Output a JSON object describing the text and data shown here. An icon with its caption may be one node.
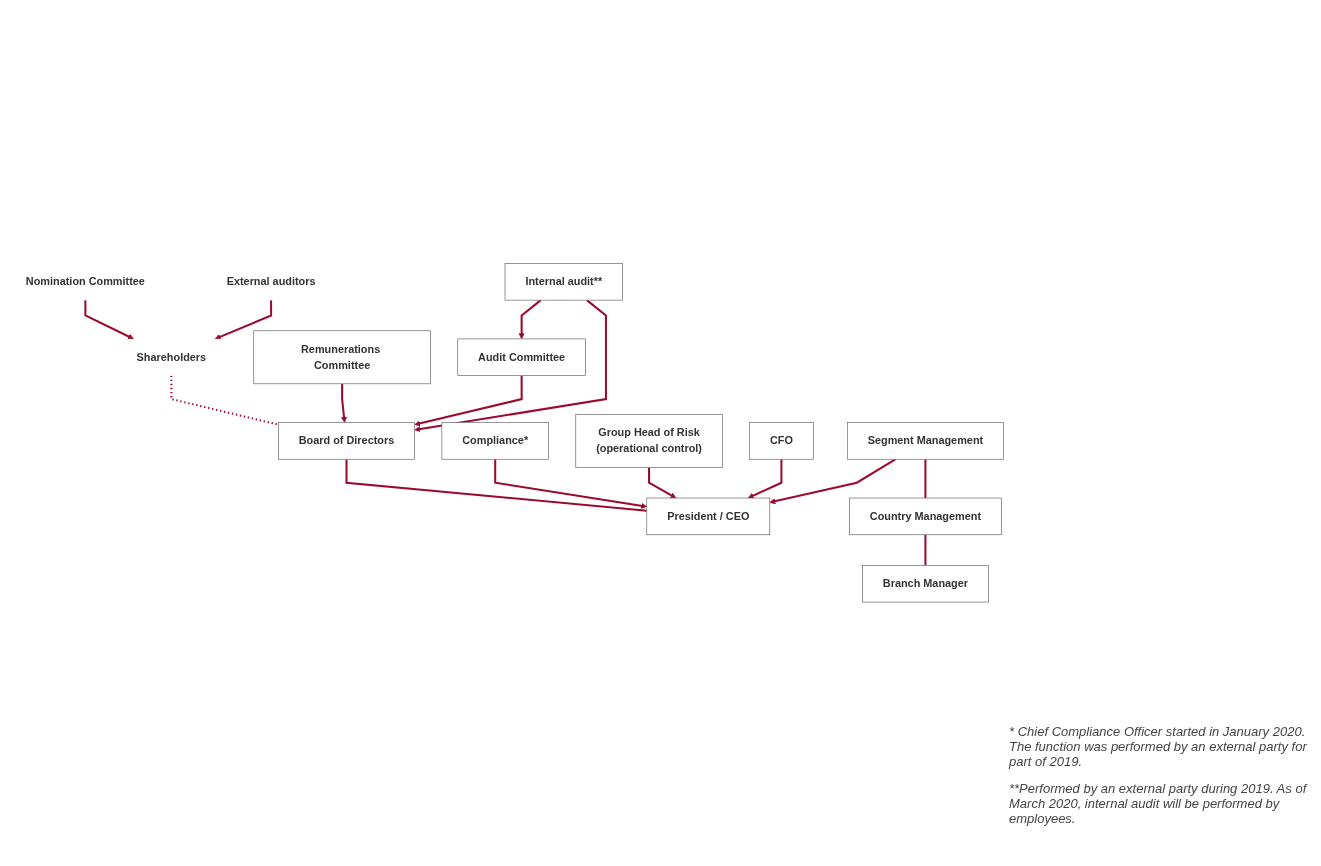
{
  "diagram": {
    "nodes": [
      {
        "text": [
          "Nomination Committee"
        ]
      },
      {
        "text": [
          "Shareholders"
        ]
      },
      {
        "text": [
          "External auditors"
        ]
      },
      {
        "text": [
          "Remunerations Committee"
        ]
      },
      {
        "text": [
          "Board of Directors"
        ]
      },
      {
        "text": [
          "Audit Committee"
        ]
      },
      {
        "text": [
          "Compliance*"
        ]
      },
      {
        "text": [
          "President / CEO"
        ]
      },
      {
        "text": [
          "Internal audit**"
        ]
      },
      {
        "text": [
          "Group Head of Risk",
          "(operational control)"
        ]
      },
      {
        "text": [
          "CFO"
        ]
      },
      {
        "text": [
          "Segment Management"
        ]
      },
      {
        "text": [
          "Country Management"
        ]
      },
      {
        "text": [
          "Branch Manager"
        ]
      }
    ],
    "edges": [
      {
        "from": 0,
        "to": 1,
        "arrow": "to"
      },
      {
        "from": 2,
        "to": 1,
        "arrow": "to"
      },
      {
        "from": 1,
        "to": 4,
        "arrow": "none",
        "style": "dashed"
      },
      {
        "from": 3,
        "to": 4,
        "arrow": "to"
      },
      {
        "from": 5,
        "to": 4,
        "arrow": "to"
      },
      {
        "from": 8,
        "to": 4,
        "arrow": "to"
      },
      {
        "from": 8,
        "to": 5,
        "arrow": "to"
      },
      {
        "from": 4,
        "to": 7,
        "arrow": "none"
      },
      {
        "from": 6,
        "to": 7,
        "arrow": "to"
      },
      {
        "from": 9,
        "to": 7,
        "arrow": "to"
      },
      {
        "from": 10,
        "to": 7,
        "arrow": "to"
      },
      {
        "from": 11,
        "to": 7,
        "arrow": "to"
      },
      {
        "from": 11,
        "to": 12,
        "arrow": "none"
      },
      {
        "from": 12,
        "to": 13,
        "arrow": "none"
      }
    ],
    "labels": [
      "* Chief Compliance Officer started in January 2020. The function was performed by an external party for part of 2019.",
      "**Performed by an external party during 2019. As of March 2020, internal audit will be performed by employees."
    ]
  }
}
